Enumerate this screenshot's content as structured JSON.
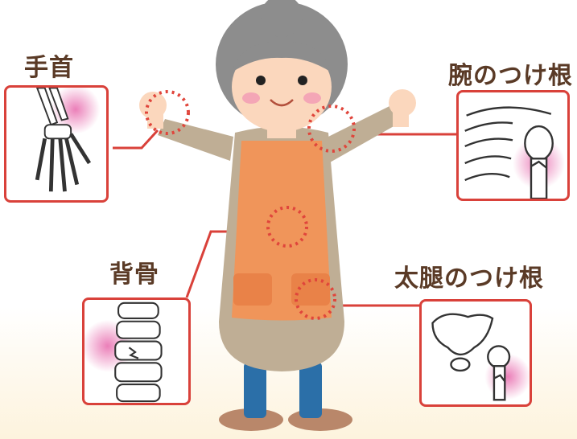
{
  "labels": {
    "wrist": "手首",
    "shoulder": "腕のつけ根",
    "spine": "背骨",
    "hip": "太腿のつけ根"
  },
  "icons": [
    "wrist-bones-icon",
    "shoulder-bones-icon",
    "spine-bones-icon",
    "hip-bones-icon"
  ],
  "colors": {
    "accent": "#d9413a",
    "label_text": "#5a3a26",
    "apron": "#f0955a",
    "pain_glow": "#e2489a"
  }
}
